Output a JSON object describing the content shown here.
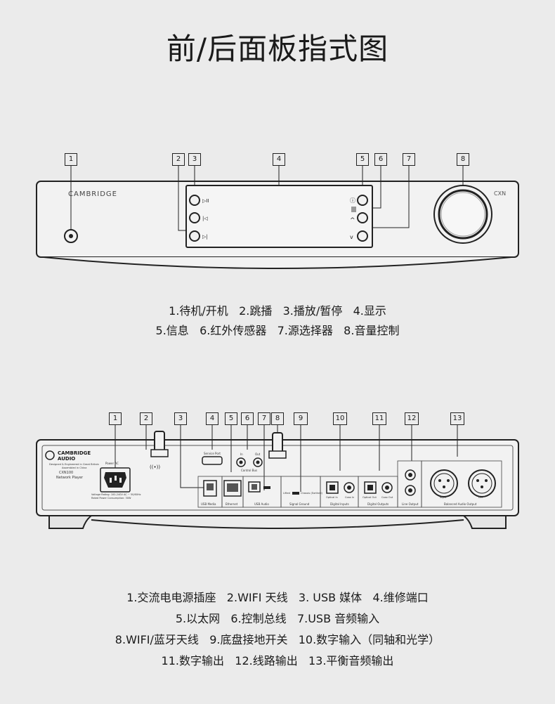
{
  "page": {
    "title": "前/后面板指式图"
  },
  "front": {
    "callouts": [
      "1",
      "2",
      "3",
      "4",
      "5",
      "6",
      "7",
      "8"
    ],
    "brand": "CAMBRIDGE",
    "model_badge": "CXN",
    "legend": [
      [
        "1.待机/开机",
        "2.跳播",
        "3.播放/暂停",
        "4.显示"
      ],
      [
        "5.信息",
        "6.红外传感器",
        "7.源选择器",
        "8.音量控制"
      ]
    ]
  },
  "rear": {
    "callouts": [
      "1",
      "2",
      "3",
      "4",
      "5",
      "6",
      "7",
      "8",
      "9",
      "10",
      "11",
      "12",
      "13"
    ],
    "brand_line1": "CAMBRIDGE",
    "brand_line2": "AUDIO",
    "designed_line1": "Designed & Engineered in Great Britain",
    "designed_line2": "Assembled in China",
    "model": "CXN100",
    "model_desc": "Network Player",
    "power_label": "Power AC",
    "voltage_line1": "Voltage Rating: 100-240V AC ~ 50/60Hz",
    "voltage_line2": "Rated Power Consumption: 30W",
    "service_port": "Service Port",
    "usb_media": "USB Media",
    "ethernet": "Ethernet",
    "control_in": "In",
    "control_out": "Out",
    "control_bus": "Control Bus",
    "usb_audio": "USB Audio",
    "signal_ground": "Signal Ground",
    "lifted": "Lifted",
    "chassis_earthed": "Chassis (Earthed)",
    "optical_in": "Optical In",
    "coax_in": "Coax In",
    "digital_inputs": "Digital Inputs",
    "optical_out": "Optical Out",
    "coax_out": "Coax Out",
    "digital_outputs": "Digital Outputs",
    "line_output": "Line Output",
    "balanced_output": "Balanced Audio Output",
    "right": "Right",
    "left": "Left",
    "legend": [
      [
        "1.交流电电源插座",
        "2.WIFI 天线",
        "3. USB 媒体",
        "4.维修端口"
      ],
      [
        "5.以太网",
        "6.控制总线",
        "7.USB 音频输入"
      ],
      [
        "8.WIFI/蓝牙天线",
        "9.底盘接地开关",
        "10.数字输入（同轴和光学）"
      ],
      [
        "11.数字输出",
        "12.线路输出",
        "13.平衡音频输出"
      ]
    ]
  }
}
